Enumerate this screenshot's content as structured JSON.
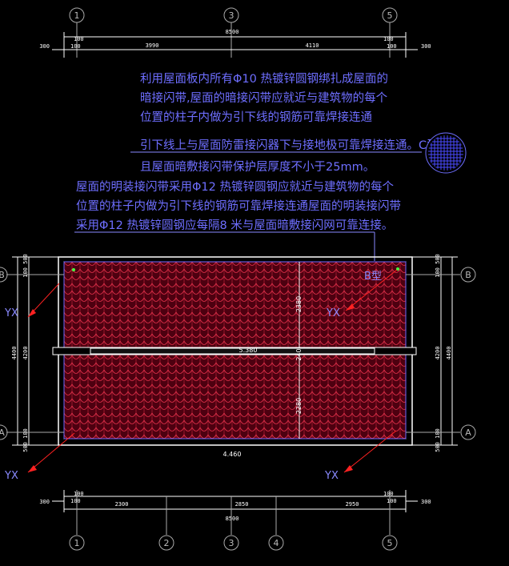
{
  "axes_top": [
    "1",
    "3",
    "5"
  ],
  "axes_bottom": [
    "1",
    "2",
    "3",
    "4",
    "5"
  ],
  "axes_left": [
    "B",
    "A"
  ],
  "axes_right": [
    "B",
    "A"
  ],
  "dims_top": {
    "total": "8500",
    "a": "3990",
    "b": "4110",
    "ext_l": "300",
    "ext_r": "300",
    "s1": "100",
    "s2": "100",
    "s3": "100",
    "s4": "100"
  },
  "dims_bottom": {
    "total": "8500",
    "a": "2300",
    "b": "2850",
    "c": "2950",
    "ext_l": "300",
    "ext_r": "300",
    "s1": "100",
    "s2": "100",
    "s3": "100",
    "s4": "100"
  },
  "dims_left": {
    "total": "4400",
    "mid": "4200",
    "top": "100 500",
    "bot": "500 100"
  },
  "dims_right": {
    "total": "4400",
    "mid": "4200",
    "top": "100 500",
    "bot": "500 100"
  },
  "roof": {
    "upper": "2380",
    "lower": "2280",
    "mid": "240",
    "ridge": "5.380",
    "eave": "4.460"
  },
  "note_main": [
    "利用屋面板内所有Φ10 热镀锌圆钢绑扎成屋面的",
    "暗接闪带,屋面的暗接闪带应就近与建筑物的每个",
    "位置的柱子内做为引下线的钢筋可靠焊接连通",
    "引下线上与屋面防雷接闪器下与接地极可靠焊接连通。C型",
    "且屋面暗敷接闪带保护层厚度不小于25mm。"
  ],
  "note_second": [
    "屋面的明装接闪带采用Φ12 热镀锌圆钢应就近与建筑物的每个",
    "位置的柱子内做为引下线的钢筋可靠焊接连通屋面的明装接闪带",
    "采用Φ12 热镀锌圆钢应每隔8 米与屋面暗敷接闪网可靠连接。"
  ],
  "label_b_type": "B型",
  "yx": [
    "YX",
    "YX",
    "YX",
    "YX"
  ],
  "colors": {
    "note": "#6e6eff",
    "grid": "#cc2233",
    "roof_fill": "#550011",
    "dims": "#ffffff",
    "axis": "#aaaaaa",
    "mesh": "#4444ff"
  }
}
